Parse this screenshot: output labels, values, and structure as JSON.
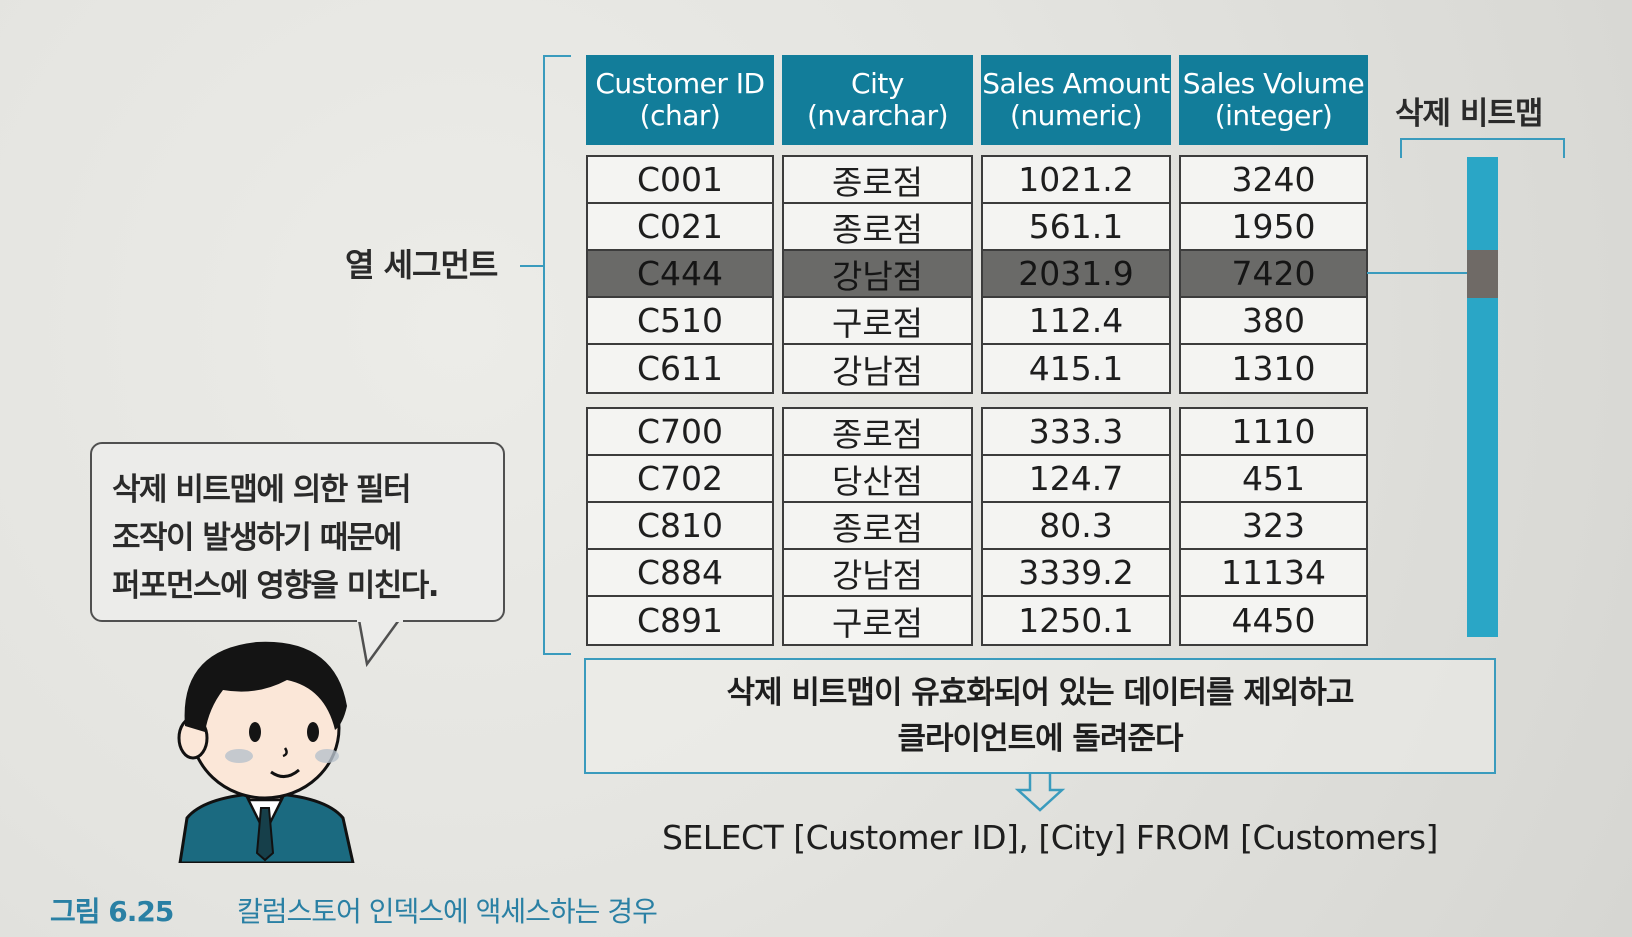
{
  "columns": [
    {
      "name": "Customer ID",
      "type": "(char)"
    },
    {
      "name": "City",
      "type": "(nvarchar)"
    },
    {
      "name": "Sales Amount",
      "type": "(numeric)"
    },
    {
      "name": "Sales Volume",
      "type": "(integer)"
    }
  ],
  "segments": [
    {
      "rows": [
        [
          "C001",
          "종로점",
          "1021.2",
          "3240"
        ],
        [
          "C021",
          "종로점",
          "561.1",
          "1950"
        ],
        [
          "C444",
          "강남점",
          "2031.9",
          "7420"
        ],
        [
          "C510",
          "구로점",
          "112.4",
          "380"
        ],
        [
          "C611",
          "강남점",
          "415.1",
          "1310"
        ]
      ],
      "deleted_row_index": 2
    },
    {
      "rows": [
        [
          "C700",
          "종로점",
          "333.3",
          "1110"
        ],
        [
          "C702",
          "당산점",
          "124.7",
          "451"
        ],
        [
          "C810",
          "종로점",
          "80.3",
          "323"
        ],
        [
          "C884",
          "강남점",
          "3339.2",
          "11134"
        ],
        [
          "C891",
          "구로점",
          "1250.1",
          "4450"
        ]
      ],
      "deleted_row_index": null
    }
  ],
  "labels": {
    "column_segment": "열 세그먼트",
    "delete_bitmap": "삭제 비트맵"
  },
  "bubble": {
    "line1": "삭제 비트맵에 의한 필터",
    "line2": "조작이 발생하기 때문에",
    "line3": "퍼포먼스에 영향을 미친다."
  },
  "result": {
    "line1": "삭제 비트맵이 유효화되어 있는 데이터를 제외하고",
    "line2": "클라이언트에 돌려준다"
  },
  "sql": "SELECT [Customer ID], [City] FROM [Customers]",
  "caption": {
    "number": "그림 6.25",
    "title": "칼럼스토어 인덱스에 액세스하는 경우"
  },
  "colors": {
    "header_bg": "#127d9a",
    "bitmap_bar": "#2aa6c6",
    "deleted_row": "#6a6a68",
    "accent_line": "#3a9bbd",
    "caption": "#2a80a4"
  }
}
